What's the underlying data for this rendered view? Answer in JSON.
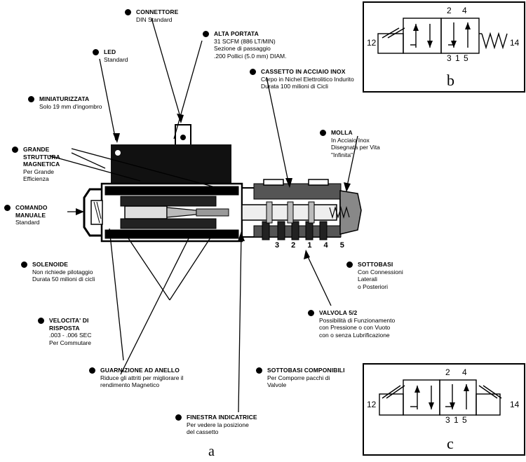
{
  "callouts": [
    {
      "id": "connettore",
      "title": "CONNETTORE",
      "lines": [
        "DIN Standard"
      ]
    },
    {
      "id": "alta-portata",
      "title": "ALTA PORTATA",
      "lines": [
        "31 SCFM (886 LT/MIN)",
        "Sezione di passaggio",
        ".200 Pollici (5.0 mm) DIAM."
      ]
    },
    {
      "id": "led",
      "title": "LED",
      "lines": [
        "Standard"
      ]
    },
    {
      "id": "cassetto",
      "title": "CASSETTO IN ACCIAIO INOX",
      "lines": [
        "Corpo in Nichel Elettrolitico Indurito",
        "Durata 100 milioni di Cicli"
      ]
    },
    {
      "id": "miniaturizzata",
      "title": "MINIATURIZZATA",
      "lines": [
        "Solo 19 mm d'ingombro"
      ]
    },
    {
      "id": "molla",
      "title": "MOLLA",
      "lines": [
        "In Acciaio Inox",
        "Disegnata per Vita",
        "\"Infinita\""
      ]
    },
    {
      "id": "struttura",
      "title": "GRANDE\nSTRUTTURA\nMAGNETICA",
      "lines": [
        "Per Grande",
        "Efficienza"
      ]
    },
    {
      "id": "comando",
      "title": "COMANDO\nMANUALE",
      "lines": [
        "Standard"
      ]
    },
    {
      "id": "solenoide",
      "title": "SOLENOIDE",
      "lines": [
        "Non richiede pilotaggio",
        "Durata 50 milioni di cicli"
      ]
    },
    {
      "id": "sottobasi",
      "title": "SOTTOBASI",
      "lines": [
        "Con Connessioni",
        "Laterali",
        "o Posteriori"
      ]
    },
    {
      "id": "valvola",
      "title": "VALVOLA 5/2",
      "lines": [
        "Possibilità di Funzionamento",
        "con Pressione o con Vuoto",
        "con o senza Lubrificazione"
      ]
    },
    {
      "id": "velocita",
      "title": "VELOCITA' DI\nRISPOSTA",
      "lines": [
        ".003 - .006 SEC",
        "Per Commutare"
      ]
    },
    {
      "id": "guarnizione",
      "title": "GUARNIZIONE AD ANELLO",
      "lines": [
        "Riduce gli attriti per migliorare il",
        "rendimento Magnetico"
      ]
    },
    {
      "id": "sottobasi-comp",
      "title": "SOTTOBASI COMPONIBILI",
      "lines": [
        "Per Comporre pacchi di",
        "Valvole"
      ]
    },
    {
      "id": "finestra",
      "title": "FINESTRA INDICATRICE",
      "lines": [
        "Per vedere la posizione",
        "del cassetto"
      ]
    }
  ],
  "port_numbers": "3 2 1 4 5",
  "figure_label_a": "a",
  "panel_b": {
    "label": "b",
    "left_port": "12",
    "right_port": "14",
    "top_ports": [
      "2",
      "4"
    ],
    "bottom_ports": [
      "3",
      "1",
      "5"
    ]
  },
  "panel_c": {
    "label": "c",
    "left_port": "12",
    "right_port": "14",
    "top_ports": [
      "2",
      "4"
    ],
    "bottom_ports": [
      "3",
      "1",
      "5"
    ]
  }
}
